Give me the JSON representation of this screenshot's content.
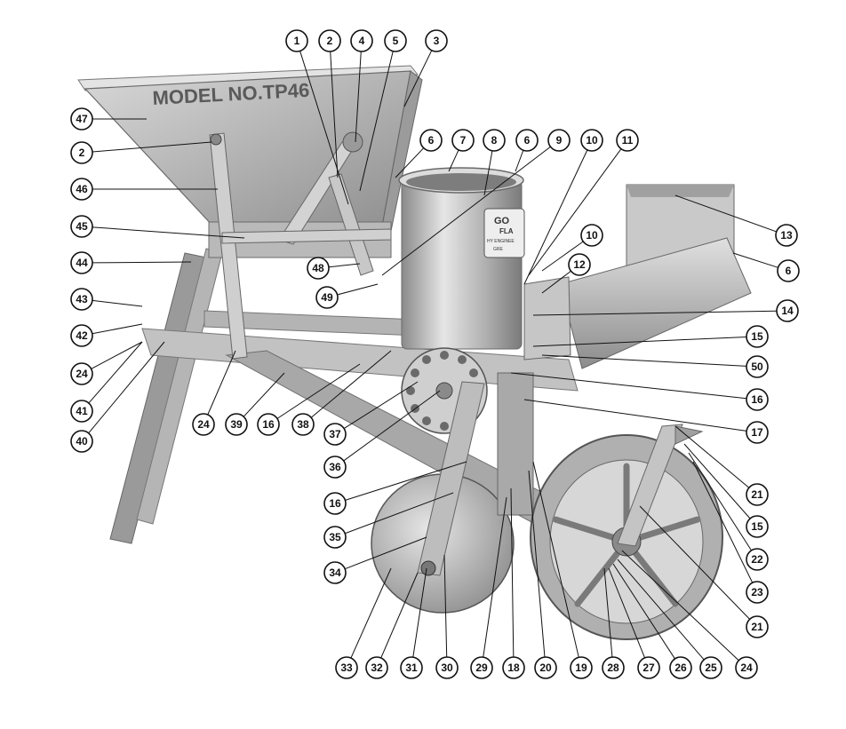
{
  "hopper_stencil": "MODEL NO.TP46",
  "brand_plate_lines": [
    "GO",
    "FLA",
    "HY ENGINEE",
    "GRE"
  ],
  "colors": {
    "metal_light": "#cfcfcf",
    "metal_mid": "#a9a9a9",
    "metal_dark": "#6f6f6f",
    "stencil": "#5a5a5a",
    "callout_stroke": "#111111"
  },
  "callouts": [
    {
      "id": "c1",
      "label": "1"
    },
    {
      "id": "c2a",
      "label": "2"
    },
    {
      "id": "c4",
      "label": "4"
    },
    {
      "id": "c5",
      "label": "5"
    },
    {
      "id": "c3",
      "label": "3"
    },
    {
      "id": "c6a",
      "label": "6"
    },
    {
      "id": "c7",
      "label": "7"
    },
    {
      "id": "c8",
      "label": "8"
    },
    {
      "id": "c6b",
      "label": "6"
    },
    {
      "id": "c9",
      "label": "9"
    },
    {
      "id": "c10a",
      "label": "10"
    },
    {
      "id": "c11",
      "label": "11"
    },
    {
      "id": "c10b",
      "label": "10"
    },
    {
      "id": "c12",
      "label": "12"
    },
    {
      "id": "c13",
      "label": "13"
    },
    {
      "id": "c6c",
      "label": "6"
    },
    {
      "id": "c14",
      "label": "14"
    },
    {
      "id": "c15a",
      "label": "15"
    },
    {
      "id": "c50",
      "label": "50"
    },
    {
      "id": "c16a",
      "label": "16"
    },
    {
      "id": "c17",
      "label": "17"
    },
    {
      "id": "c21a",
      "label": "21"
    },
    {
      "id": "c15b",
      "label": "15"
    },
    {
      "id": "c22",
      "label": "22"
    },
    {
      "id": "c23",
      "label": "23"
    },
    {
      "id": "c21b",
      "label": "21"
    },
    {
      "id": "c24a",
      "label": "24"
    },
    {
      "id": "c25",
      "label": "25"
    },
    {
      "id": "c26",
      "label": "26"
    },
    {
      "id": "c27",
      "label": "27"
    },
    {
      "id": "c28",
      "label": "28"
    },
    {
      "id": "c19",
      "label": "19"
    },
    {
      "id": "c20",
      "label": "20"
    },
    {
      "id": "c18",
      "label": "18"
    },
    {
      "id": "c29",
      "label": "29"
    },
    {
      "id": "c30",
      "label": "30"
    },
    {
      "id": "c31",
      "label": "31"
    },
    {
      "id": "c32",
      "label": "32"
    },
    {
      "id": "c33",
      "label": "33"
    },
    {
      "id": "c34",
      "label": "34"
    },
    {
      "id": "c35",
      "label": "35"
    },
    {
      "id": "c16b",
      "label": "16"
    },
    {
      "id": "c36",
      "label": "36"
    },
    {
      "id": "c37",
      "label": "37"
    },
    {
      "id": "c38",
      "label": "38"
    },
    {
      "id": "c16c",
      "label": "16"
    },
    {
      "id": "c39",
      "label": "39"
    },
    {
      "id": "c24b",
      "label": "24"
    },
    {
      "id": "c40",
      "label": "40"
    },
    {
      "id": "c41",
      "label": "41"
    },
    {
      "id": "c24c",
      "label": "24"
    },
    {
      "id": "c42",
      "label": "42"
    },
    {
      "id": "c43",
      "label": "43"
    },
    {
      "id": "c44",
      "label": "44"
    },
    {
      "id": "c45",
      "label": "45"
    },
    {
      "id": "c46",
      "label": "46"
    },
    {
      "id": "c2b",
      "label": "2"
    },
    {
      "id": "c47",
      "label": "47"
    },
    {
      "id": "c48",
      "label": "48"
    },
    {
      "id": "c49",
      "label": "49"
    }
  ]
}
